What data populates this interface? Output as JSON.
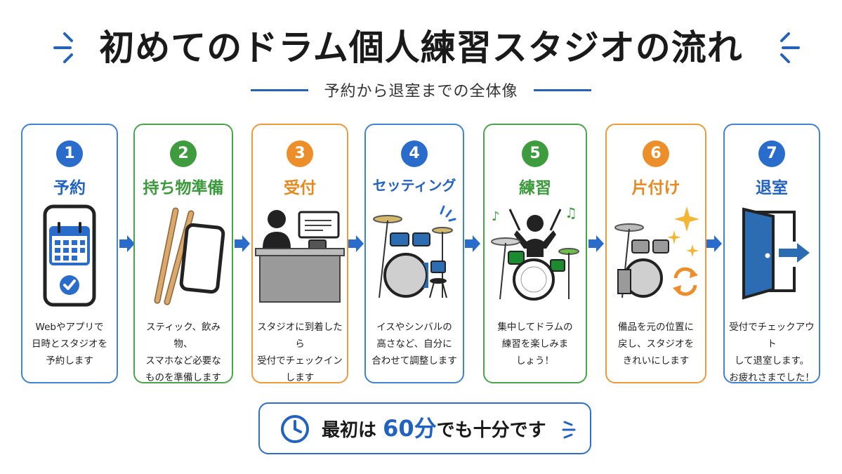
{
  "header": {
    "title": "初めてのドラム個人練習スタジオの流れ",
    "subtitle": "予約から退室までの全体像"
  },
  "steps": [
    {
      "number": "1",
      "title": "予約",
      "icon": "calendar-phone-icon",
      "color": "#2a6ccb",
      "desc": [
        "Webやアプリで",
        "日時とスタジオを",
        "予約します"
      ]
    },
    {
      "number": "2",
      "title": "持ち物準備",
      "icon": "sticks-phone-icon",
      "color": "#3e9c3e",
      "desc": [
        "スティック、飲み物、",
        "スマホなど必要な",
        "ものを準備します"
      ]
    },
    {
      "number": "3",
      "title": "受付",
      "icon": "reception-desk-icon",
      "color": "#ec8f2a",
      "desc": [
        "スタジオに到着したら",
        "受付でチェックイン",
        "します"
      ]
    },
    {
      "number": "4",
      "title": "セッティング",
      "icon": "drum-kit-icon",
      "color": "#2a6ccb",
      "desc": [
        "イスやシンバルの",
        "高さなど、自分に",
        "合わせて調整します"
      ]
    },
    {
      "number": "5",
      "title": "練習",
      "icon": "drummer-playing-icon",
      "color": "#3e9c3e",
      "desc": [
        "集中してドラムの",
        "練習を楽しみま",
        "しょう！"
      ]
    },
    {
      "number": "6",
      "title": "片付け",
      "icon": "drum-cleanup-icon",
      "color": "#ec8f2a",
      "desc": [
        "備品を元の位置に",
        "戻し、スタジオを",
        "きれいにします"
      ]
    },
    {
      "number": "7",
      "title": "退室",
      "icon": "exit-door-icon",
      "color": "#2a6ccb",
      "desc": [
        "受付でチェックアウト",
        "して退室します。",
        "お疲れさまでした！"
      ]
    }
  ],
  "footer": {
    "prefix": "最初は",
    "highlight": "60分",
    "suffix": "でも十分です",
    "icon": "clock-icon",
    "color": "#2263c2"
  }
}
